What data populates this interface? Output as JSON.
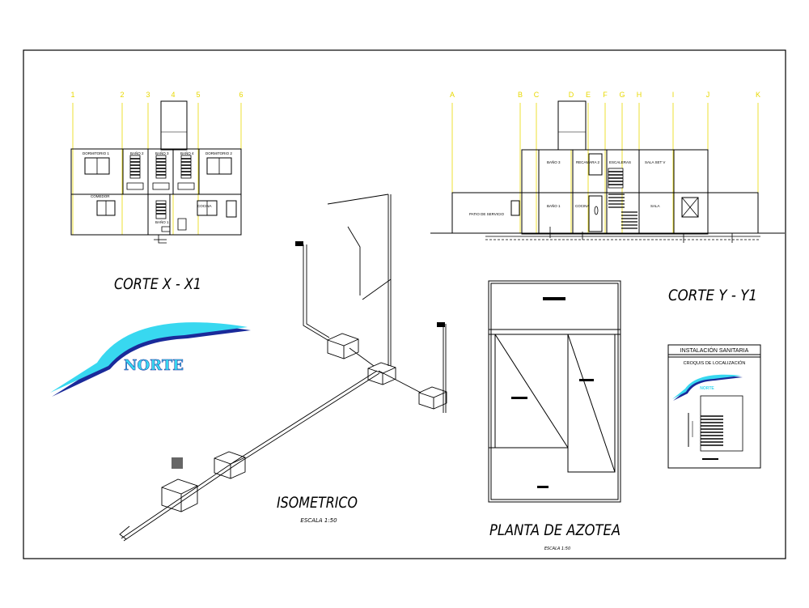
{
  "section_x": {
    "title": "CORTE X - X1",
    "axes": [
      "1",
      "2",
      "3",
      "4",
      "5",
      "6"
    ],
    "rooms": [
      "DORMITORIO 1",
      "BAÑO 2",
      "BAÑO 3",
      "BAÑO 4",
      "DORMITORIO 2",
      "COMEDOR",
      "BAÑO 1",
      "COCINA"
    ]
  },
  "section_y": {
    "title": "CORTE Y - Y1",
    "axes": [
      "A",
      "B",
      "C",
      "D",
      "E",
      "F",
      "G",
      "H",
      "I",
      "J",
      "K"
    ],
    "rooms": [
      "BAÑO 3",
      "RECAMARA 2",
      "ESCALERAS",
      "SALA SET V",
      "PATIO DE SERVICIO",
      "BAÑO 1",
      "COCINA",
      "SALA"
    ]
  },
  "north": {
    "label": "NORTE",
    "fill_color": "#38d8f0",
    "shadow_color": "#1a2a9a"
  },
  "isometric": {
    "title": "ISOMETRICO",
    "scale": "ESCALA 1:50"
  },
  "roof_plan": {
    "title": "PLANTA DE AZOTEA",
    "scale": "ESCALA 1:50"
  },
  "location_box": {
    "title": "INSTALACIÓN SANITARIA",
    "subtitle": "CROQUIS DE LOCALIZACIÓN",
    "north_label": "NORTE"
  },
  "colors": {
    "axis_yellow": "#e8d800",
    "line": "#000000"
  }
}
